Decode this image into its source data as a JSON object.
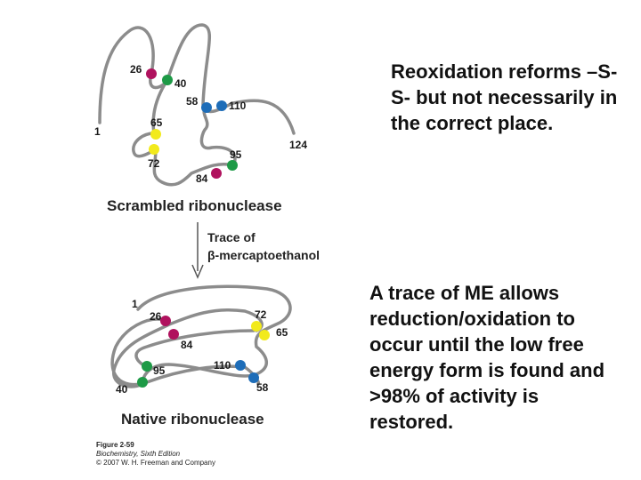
{
  "scrambled": {
    "title": "Scrambled ribonuclease",
    "residues": [
      "26",
      "40",
      "58",
      "110",
      "65",
      "72",
      "95",
      "84",
      "1",
      "124"
    ]
  },
  "arrow": {
    "line1": "Trace of",
    "line2": "β-mercaptoethanol"
  },
  "native": {
    "title": "Native ribonuclease",
    "residues": [
      "1",
      "26",
      "84",
      "72",
      "65",
      "95",
      "110",
      "40",
      "58"
    ]
  },
  "figure_caption": {
    "number": "Figure 2-59",
    "book": "Biochemistry, Sixth Edition",
    "copyright": "© 2007 W. H. Freeman and Company"
  },
  "text": {
    "top": "Reoxidation reforms –S-S- but not necessarily in the correct place.",
    "bottom": "A trace of ME allows reduction/oxidation to occur until the low free energy form is found and >98% of activity is restored."
  },
  "colors": {
    "chain": "#8c8c8c",
    "magenta": "#b0125e",
    "green": "#1d9a46",
    "blue": "#1e6db8",
    "yellow": "#f2ea1c"
  }
}
